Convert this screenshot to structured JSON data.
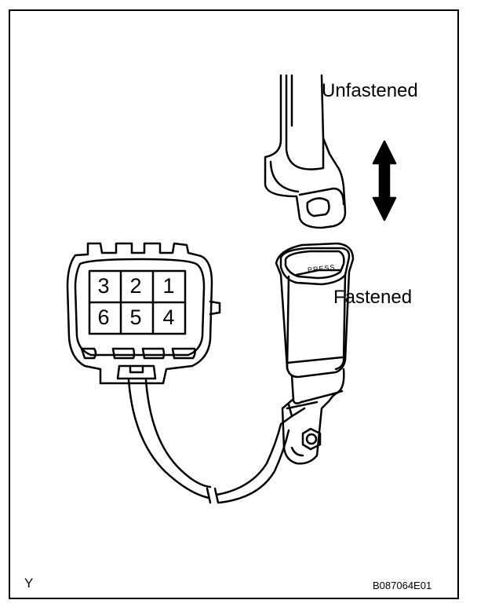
{
  "labels": {
    "unfastened": "Unfastened",
    "fastened": "Fastened",
    "view_letter": "Y",
    "figure_code": "B087064E01",
    "buckle_press": "PRESS"
  },
  "connector": {
    "pins_top": [
      "3",
      "2",
      "1"
    ],
    "pins_bottom": [
      "6",
      "5",
      "4"
    ]
  },
  "icons": {
    "movement_arrow": "double-arrow-vertical"
  }
}
